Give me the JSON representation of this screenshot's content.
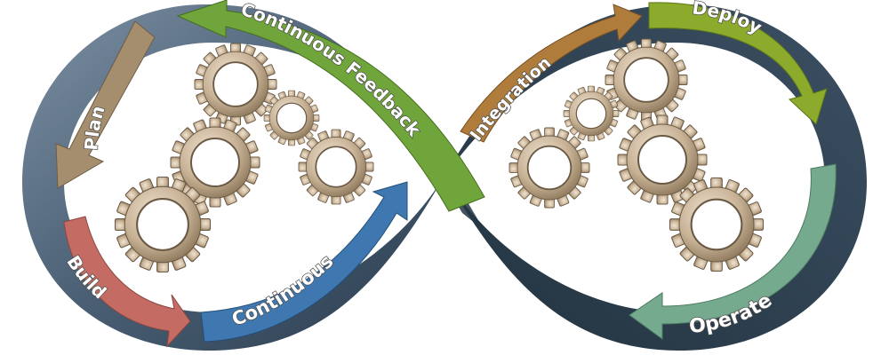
{
  "stages": {
    "plan": "Plan",
    "build": "Build",
    "continuous": "Continuous",
    "integration": "Integration",
    "deploy": "Deploy",
    "operate": "Operate",
    "feedback": "Continuous Feedback"
  },
  "colors": {
    "band_light": "#6d8196",
    "band_dark": "#2e4255",
    "plan": "#a48e6e",
    "build": "#c46b64",
    "continuous": "#3f78b0",
    "integration": "#b07c3c",
    "deploy": "#8caa2c",
    "operate": "#75aa8e",
    "feedback": "#6fa53a",
    "gear": "#c9b49a",
    "gear_edge": "#6b5a45"
  },
  "icons": [
    "gear-icon"
  ]
}
